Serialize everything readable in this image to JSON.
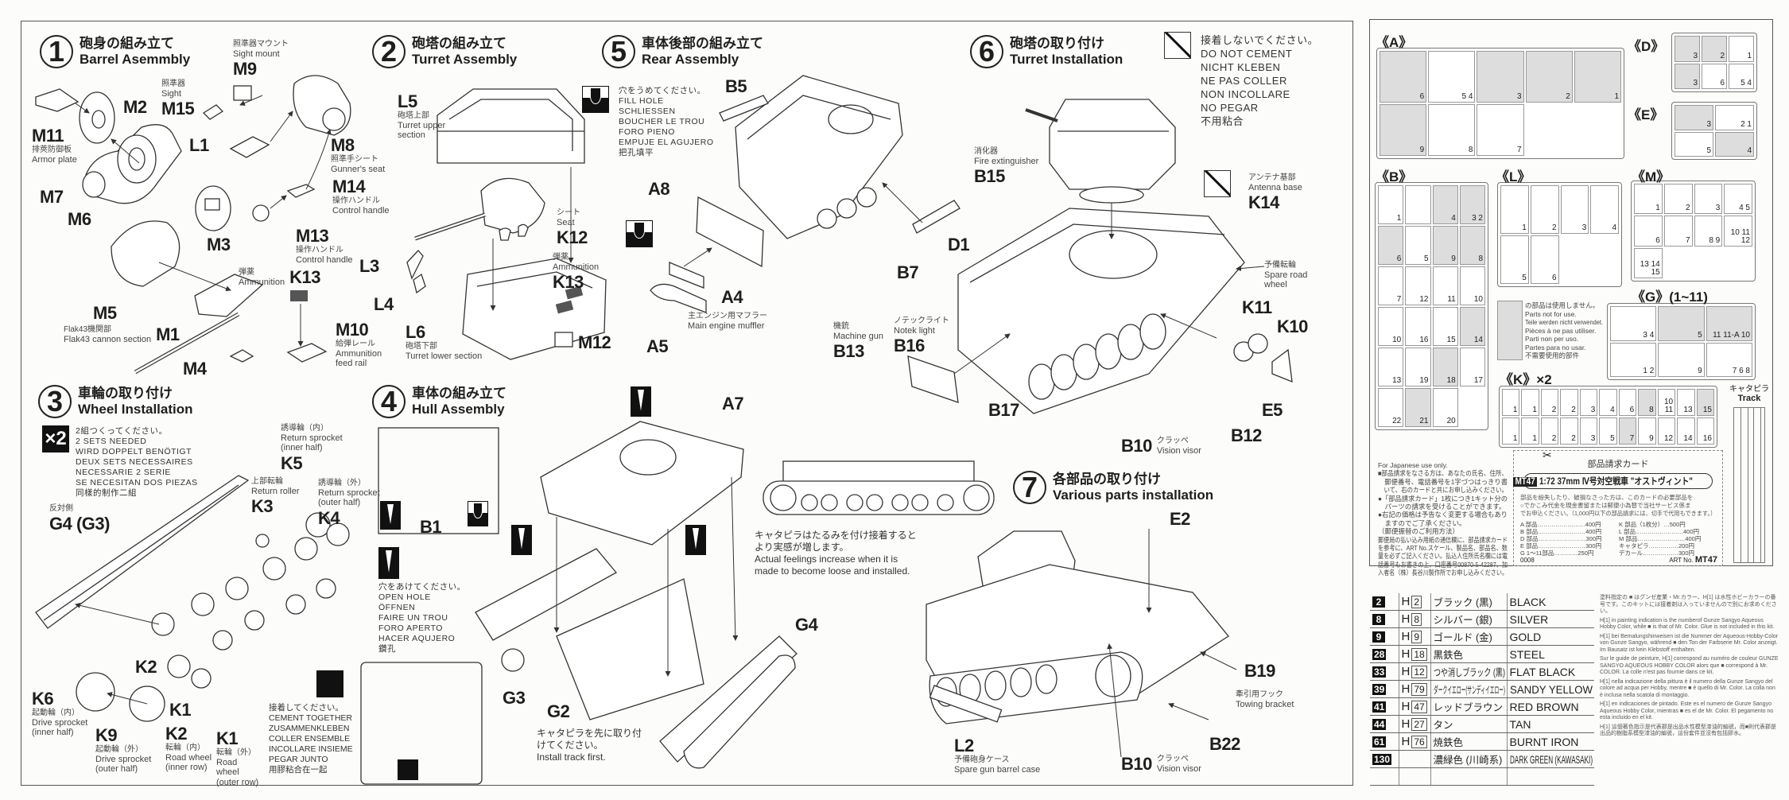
{
  "steps": {
    "s1": {
      "num": "1",
      "jp": "砲身の組み立て",
      "en": "Barrel Asemmbly"
    },
    "s2": {
      "num": "2",
      "jp": "砲塔の組み立て",
      "en": "Turret Assembly"
    },
    "s3": {
      "num": "3",
      "jp": "車輪の取り付け",
      "en": "Wheel Installation"
    },
    "s4": {
      "num": "4",
      "jp": "車体の組み立て",
      "en": "Hull Assembly"
    },
    "s5": {
      "num": "5",
      "jp": "車体後部の組み立て",
      "en": "Rear Assembly"
    },
    "s6": {
      "num": "6",
      "jp": "砲塔の取り付け",
      "en": "Turret Installation"
    },
    "s7": {
      "num": "7",
      "jp": "各部品の取り付け",
      "en": "Various parts installation"
    }
  },
  "parts": [
    {
      "key": "m9",
      "id": "M9",
      "jp": "照準器マウント",
      "en": "Sight mount"
    },
    {
      "key": "m15",
      "id": "M15",
      "jp": "照準器",
      "en": "Sight"
    },
    {
      "key": "m2",
      "id": "M2"
    },
    {
      "key": "m11",
      "id": "M11",
      "jp": "排莢防御板",
      "en": "Armor plate"
    },
    {
      "key": "l1",
      "id": "L1"
    },
    {
      "key": "m8",
      "id": "M8",
      "jp": "照準手シート",
      "en": "Gunner's seat"
    },
    {
      "key": "m7",
      "id": "M7"
    },
    {
      "key": "m6",
      "id": "M6"
    },
    {
      "key": "m14",
      "id": "M14",
      "jp": "操作ハンドル",
      "en": "Control handle"
    },
    {
      "key": "m13",
      "id": "M13",
      "jp": "操作ハンドル",
      "en": "Control handle"
    },
    {
      "key": "m3",
      "id": "M3"
    },
    {
      "key": "k13a",
      "id": "K13",
      "jp": "弾薬",
      "en": "Ammunition"
    },
    {
      "key": "m5",
      "id": "M5"
    },
    {
      "key": "m1",
      "id": "M1",
      "jp": "Flak43機関部",
      "en": "Flak43 cannon section"
    },
    {
      "key": "m10",
      "id": "M10",
      "jp": "給弾レール",
      "en": "Ammunition feed rail"
    },
    {
      "key": "m4",
      "id": "M4"
    },
    {
      "key": "l5",
      "id": "L5",
      "jp": "砲塔上部",
      "en": "Turret upper section"
    },
    {
      "key": "l3",
      "id": "L3"
    },
    {
      "key": "l4",
      "id": "L4"
    },
    {
      "key": "l6",
      "id": "L6",
      "jp": "砲塔下部",
      "en": "Turret lower section"
    },
    {
      "key": "k12",
      "id": "K12",
      "jp": "シート",
      "en": "Seat"
    },
    {
      "key": "k13b",
      "id": "K13",
      "jp": "弾薬",
      "en": "Ammunition"
    },
    {
      "key": "m12",
      "id": "M12"
    },
    {
      "key": "b5",
      "id": "B5"
    },
    {
      "key": "a8",
      "id": "A8"
    },
    {
      "key": "a4",
      "id": "A4"
    },
    {
      "key": "a5",
      "id": "A5"
    },
    {
      "key": "muffler",
      "jp": "主エンジン用マフラー",
      "en": "Main engine muffler"
    },
    {
      "key": "b7",
      "id": "B7"
    },
    {
      "key": "b15",
      "id": "B15",
      "jp": "消化器",
      "en": "Fire extinguisher"
    },
    {
      "key": "k14",
      "id": "K14",
      "jp": "アンテナ基部",
      "en": "Antenna base"
    },
    {
      "key": "d1",
      "id": "D1"
    },
    {
      "key": "spare",
      "jp": "予備転輪",
      "en": "Spare road wheel"
    },
    {
      "key": "k11",
      "id": "K11"
    },
    {
      "key": "k10",
      "id": "K10"
    },
    {
      "key": "b16",
      "id": "B16",
      "jp": "ノテックライト",
      "en": "Notek light"
    },
    {
      "key": "b13",
      "id": "B13",
      "jp": "機銃",
      "en": "Machine gun"
    },
    {
      "key": "b17",
      "id": "B17"
    },
    {
      "key": "e5",
      "id": "E5"
    },
    {
      "key": "b12",
      "id": "B12"
    },
    {
      "key": "b10a",
      "id": "B10",
      "jp": "クラッペ",
      "en": "Vision visor"
    },
    {
      "key": "a7",
      "id": "A7"
    },
    {
      "key": "b1",
      "id": "B1"
    },
    {
      "key": "g4",
      "id": "G4"
    },
    {
      "key": "g3",
      "id": "G3"
    },
    {
      "key": "g2",
      "id": "G2"
    },
    {
      "key": "l2",
      "id": "L2",
      "jp": "予備砲身ケース",
      "en": "Spare gun barrel case"
    },
    {
      "key": "k5",
      "id": "K5",
      "jp": "誘導輪（内）",
      "en": "Return sprocket (inner half)"
    },
    {
      "key": "k4",
      "id": "K4",
      "jp": "誘導輪（外）",
      "en": "Return sprocket (outer half)"
    },
    {
      "key": "k3",
      "id": "K3",
      "jp": "上部転輪",
      "en": "Return roller"
    },
    {
      "key": "g4g3",
      "id": "G4 (G3)",
      "jp": "反対側"
    },
    {
      "key": "k2a",
      "id": "K2"
    },
    {
      "key": "k6",
      "id": "K6",
      "jp": "起動輪（内）",
      "en": "Drive sprocket (inner half)"
    },
    {
      "key": "k9",
      "id": "K9",
      "jp": "起動輪（外）",
      "en": "Drive sprocket (outer half)"
    },
    {
      "key": "k1a",
      "id": "K1"
    },
    {
      "key": "k2b",
      "id": "K2",
      "jp": "転輪（内）",
      "en": "Road wheel (inner row)"
    },
    {
      "key": "k1b",
      "id": "K1",
      "jp": "転輪（外）",
      "en": "Road wheel (outer row)"
    },
    {
      "key": "e2",
      "id": "E2"
    },
    {
      "key": "b19",
      "id": "B19"
    },
    {
      "key": "towing",
      "jp": "牽引用フック",
      "en": "Towing bracket"
    },
    {
      "key": "b22",
      "id": "B22"
    },
    {
      "key": "b10b",
      "id": "B10",
      "jp": "クラッペ",
      "en": "Vision visor"
    }
  ],
  "notes": {
    "two_sets": [
      "2組つくってください。",
      "2 SETS NEEDED",
      "WIRD DOPPELT BENÖTIGT",
      "DEUX SETS NECESSAIRES",
      "NECESSARIE 2 SERIE",
      "SE NECESITAN DOS PIEZAS",
      "同樣的制作二組"
    ],
    "two_sets_badge": "×2",
    "cement": [
      "接着してください。",
      "CEMENT TOGETHER",
      "ZUSAMMENKLEBEN",
      "COLLER ENSEMBLE",
      "INCOLLARE INSIEME",
      "PEGAR JUNTO",
      "用膠粘合在一起"
    ],
    "fill_hole": [
      "穴をうめてください。",
      "FILL HOLE",
      "SCHLIESSEN",
      "BOUCHER LE TROU",
      "FORO PIENO",
      "EMPUJE EL AGUJERO",
      "把孔填平"
    ],
    "open_hole": [
      "穴をあけてください。",
      "OPEN HOLE",
      "ÖFFNEN",
      "FAIRE UN TROU",
      "FORO APERTO",
      "HACER AQUJERO",
      "鑽孔"
    ],
    "do_not_cement": [
      "接着しないでください。",
      "DO NOT CEMENT",
      "NICHT KLEBEN",
      "NE PAS COLLER",
      "NON INCOLLARE",
      "NO PEGAR",
      "不用粘合"
    ],
    "track_slack": [
      "キャタピラはたるみを付け接着すると",
      "より実感が増します。",
      "Actual feelings increase when it is",
      "made to become loose and installed."
    ],
    "track_first": [
      "キャタピラを先に取り付",
      "けてください。",
      "Install track first."
    ]
  },
  "parts_map": {
    "sprues": [
      {
        "key": "A",
        "label": "《A》",
        "cells": [
          {
            "n": "6",
            "unused": true
          },
          {
            "n": "5 4"
          },
          {
            "n": "3",
            "unused": true
          },
          {
            "n": "2",
            "unused": true
          },
          {
            "n": "1",
            "unused": true
          },
          {
            "n": "9",
            "unused": true
          },
          {
            "n": "8"
          },
          {
            "n": "7"
          }
        ]
      },
      {
        "key": "D",
        "label": "《D》",
        "cells": [
          {
            "n": "3",
            "unused": true
          },
          {
            "n": "2",
            "unused": true
          },
          {
            "n": "1"
          },
          {
            "n": "3",
            "unused": true
          },
          {
            "n": "6"
          },
          {
            "n": "5 4"
          }
        ]
      },
      {
        "key": "E",
        "label": "《E》",
        "cells": [
          {
            "n": "3",
            "unused": true
          },
          {
            "n": "2 1"
          },
          {
            "n": "5"
          },
          {
            "n": "4",
            "unused": true
          }
        ]
      },
      {
        "key": "B",
        "label": "《B》",
        "cells": [
          {
            "n": "1"
          },
          {
            "n": ""
          },
          {
            "n": "4",
            "unused": true
          },
          {
            "n": "3 2",
            "unused": true
          },
          {
            "n": "6",
            "unused": true
          },
          {
            "n": "5"
          },
          {
            "n": "9",
            "unused": true
          },
          {
            "n": "8",
            "unused": true
          },
          {
            "n": "7"
          },
          {
            "n": "12"
          },
          {
            "n": "11"
          },
          {
            "n": "10"
          },
          {
            "n": "10"
          },
          {
            "n": "16"
          },
          {
            "n": "15"
          },
          {
            "n": "14",
            "unused": true
          },
          {
            "n": "13"
          },
          {
            "n": "19"
          },
          {
            "n": "18",
            "unused": true
          },
          {
            "n": "17"
          },
          {
            "n": "22"
          },
          {
            "n": "21",
            "unused": true
          },
          {
            "n": "20"
          }
        ]
      },
      {
        "key": "L",
        "label": "《L》",
        "cells": [
          {
            "n": "1"
          },
          {
            "n": "2"
          },
          {
            "n": "3"
          },
          {
            "n": "4"
          },
          {
            "n": "5"
          },
          {
            "n": "6"
          }
        ]
      },
      {
        "key": "M",
        "label": "《M》",
        "cells": [
          {
            "n": "1"
          },
          {
            "n": "2"
          },
          {
            "n": "3"
          },
          {
            "n": "4 5"
          },
          {
            "n": "6"
          },
          {
            "n": "7"
          },
          {
            "n": "8 9"
          },
          {
            "n": "10 11 12"
          },
          {
            "n": "13 14 15"
          }
        ]
      },
      {
        "key": "G",
        "label": "《G》(1~11)",
        "cells": [
          {
            "n": "3 4"
          },
          {
            "n": "5",
            "unused": true
          },
          {
            "n": "11 11-A 10",
            "unused": true
          },
          {
            "n": "1 2"
          },
          {
            "n": "9"
          },
          {
            "n": "7 6 8"
          }
        ]
      },
      {
        "key": "K",
        "label": "《K》×2",
        "cells": [
          {
            "n": "1"
          },
          {
            "n": "1"
          },
          {
            "n": "2"
          },
          {
            "n": "2"
          },
          {
            "n": "3"
          },
          {
            "n": "4"
          },
          {
            "n": "6"
          },
          {
            "n": "8",
            "unused": true
          },
          {
            "n": "10 11"
          },
          {
            "n": "13"
          },
          {
            "n": "15",
            "unused": true
          },
          {
            "n": "1"
          },
          {
            "n": "1"
          },
          {
            "n": "2"
          },
          {
            "n": "2"
          },
          {
            "n": "3"
          },
          {
            "n": "5"
          },
          {
            "n": "7",
            "unused": true
          },
          {
            "n": "9"
          },
          {
            "n": "12"
          },
          {
            "n": "14"
          },
          {
            "n": "16"
          }
        ]
      }
    ],
    "track_label_jp": "キャタピラ",
    "track_label_en": "Track",
    "unused_legend": [
      "の部品は使用しません。",
      "Parts not for use.",
      "Teile werden nicht verwendet.",
      "Pièces à ne pas utiliser.",
      "Parti non per uso.",
      "Partes para no usar.",
      "不需要使用的部件"
    ]
  },
  "order_info": {
    "header": "For Japanese use only.",
    "lines": [
      "■部品請求をなさる方は、あなたの氏名、住所、",
      "　郵便番号、電話番号を1字づつはっきり書",
      "　いて、右のカードと共にお申し込みください。",
      "●「部品請求カード」1枚につき1キット分の",
      "　パーツの請求を受けることができます。",
      "●右記の価格は予告なく変更する場合もあり",
      "　ますのでご了承ください。",
      "（郵便振替のご利用方法）",
      "郵便局の払い込み用紙の通信欄に、部品請求カード",
      "を参考に、ART No.スケール、製品名、部品名、数",
      "量を必ずご記入ください。払込人住所氏名欄には電",
      "話番号もお書きの上、口座番号00870-5-42287、加",
      "入者名（株）長谷川製作所でお申し込みください。"
    ]
  },
  "card": {
    "title": "部品請求カード",
    "product_code": "MT47",
    "scale": "1:72",
    "product_name": "37mm Ⅳ号対空戦車 \"オストヴィント\"",
    "body": [
      "部品を紛失したり、破損なさった方は、このカードの必要部品を",
      "○でかこみ代金を現金書留または郵便小為替で当社サービス係ま",
      "でお申込ください。（1,000円以下の部品請求には、切手で代用もできます。）"
    ],
    "prices_left": [
      "A 部品……………………400円",
      "B 部品……………………400円",
      "D 部品……………………300円",
      "E 部品……………………300円",
      "G 1～11部品…………250円"
    ],
    "prices_right": [
      "K 部品（1枚分）…500円",
      "L 部品……………………400円",
      "M 部品……………………400円",
      "キャタピラ……………200円",
      "デカール………………300円"
    ],
    "code": "0008",
    "art_no_label": "ART No.",
    "art_no": "MT47"
  },
  "paints": [
    {
      "mr": "2",
      "h": "2",
      "jp": "ブラック (黒)",
      "en": "BLACK"
    },
    {
      "mr": "8",
      "h": "8",
      "jp": "シルバー (銀)",
      "en": "SILVER"
    },
    {
      "mr": "9",
      "h": "9",
      "jp": "ゴールド (金)",
      "en": "GOLD"
    },
    {
      "mr": "28",
      "h": "18",
      "jp": "黒鉄色",
      "en": "STEEL"
    },
    {
      "mr": "33",
      "h": "12",
      "jp": "つや消しブラック (黒)",
      "en": "FLAT BLACK"
    },
    {
      "mr": "39",
      "h": "79",
      "jp": "ダークイエロー(サンディイエロー)",
      "en": "SANDY YELLOW"
    },
    {
      "mr": "41",
      "h": "47",
      "jp": "レッドブラウン",
      "en": "RED BROWN"
    },
    {
      "mr": "44",
      "h": "27",
      "jp": "タン",
      "en": "TAN"
    },
    {
      "mr": "61",
      "h": "76",
      "jp": "焼鉄色",
      "en": "BURNT IRON"
    },
    {
      "mr": "130",
      "h": "",
      "jp": "濃緑色 (川崎系)",
      "en": "DARK GREEN (KAWASAKI)"
    },
    {
      "mr": "",
      "h": "",
      "jp": "",
      "en": ""
    }
  ],
  "paint_h_prefix": "H",
  "paint_notes": [
    "塗料指定の ■ はグンゼ産業・Mr.カラー、H[1] は水性ホビーカラーの番号です。このキットには接着剤は入っていませんので別にお求めください。",
    "H[1] in painting indication is the numberof Gunze Sangyo Aqueous Hobby Color, while ■ is that of Mr. Color. Glue is not included in this kit.",
    "H[1] bei Bemalungshinweisen ist die Nummer der Aqueous-Hobby-Color von Gunze Sangyo, während ■ den Ton der Farbserie Mr. Color anzeigt. Im Bausatz ist kein Klebstoff enthalten.",
    "Sur le guide de peinture, H[1] correspond au numéro de couleur GUNZE SANGYO AQUEOUS HOBBY COLOR alors que ■ correspond à Mr. COLOR. La colle n'est pas fournie dans ce kit.",
    "H[1] nella indicazione della pittura è il numero della Gunze Sangyo del colore ad acqua per Hobby, mentre ■ è quello di Mr. Color. La colla non è inclusa nella scatola di montaggio.",
    "H[1] en indicaciones de pintado. Este es el numero de Gunze Sangyo Aqueous Hobby Color, mientras ■ es el de Mr. Color. El pegamento no esta incluido en el kit.",
    "H[1] 這個著色指示是代表郡是出品水性模型漆油的編號，而■則代表郡是出品的樹脂系模型漆油的編號，這份套件並沒有包括膠水。"
  ]
}
